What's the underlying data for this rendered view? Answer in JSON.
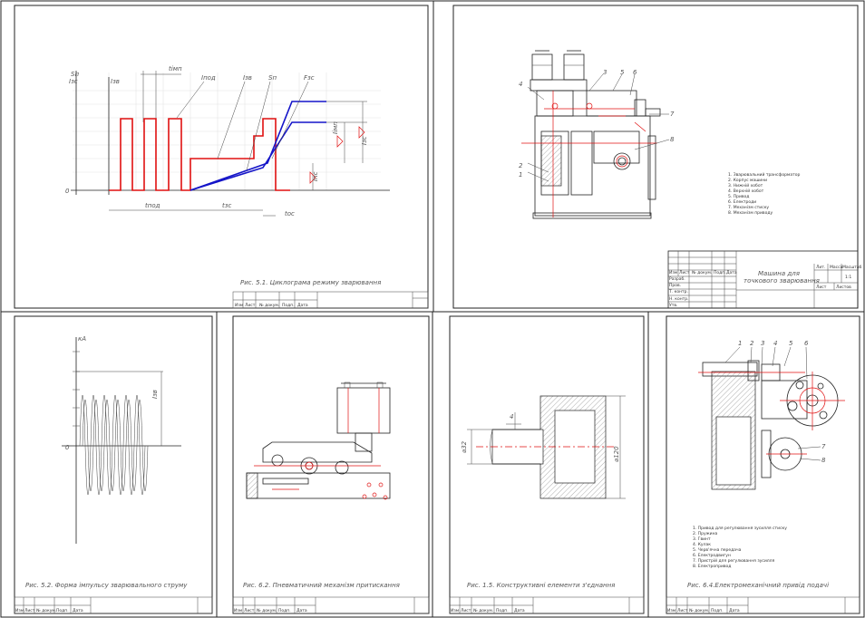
{
  "sheets": {
    "s1": {
      "caption": "Рис. 5.1. Циклограма режиму зварювання",
      "labels": {
        "sn_a": "Sп",
        "sn_b": "Iзс",
        "iz_axis": "Iзв",
        "origin": "0",
        "t_imp": "tімп",
        "i_pod": "Iпод",
        "i_zv": "Iзв",
        "s_n": "Sп",
        "f_zs": "Fзс",
        "t_pod": "tпод",
        "t_zs": "tзс",
        "t_os": "tос",
        "dimp": "Iімп",
        "dzc": "Iзс",
        "dps": "Iпс"
      }
    },
    "s2": {
      "callouts": [
        "1",
        "2",
        "3",
        "4",
        "5",
        "6",
        "7",
        "8"
      ],
      "legend": [
        "1. Зварювальний трансформатор",
        "2. Корпус машини",
        "3. Нижнiй хобот",
        "4. Верхнiй хобот",
        "5. Привод",
        "6. Електроди",
        "7. Механізм стиску",
        "8. Механiзм приводу"
      ],
      "title_block": {
        "title_line1": "Машина для",
        "title_line2": "точкового зварювання",
        "cols": [
          "Лит.",
          "Масса",
          "Масштаб"
        ],
        "scale": "1:1",
        "sheet": "Лист",
        "sheets": "Листов",
        "rows": [
          "Изм",
          "Лист",
          "№ докум.",
          "Подп.",
          "Дата"
        ],
        "roles": [
          "Разраб.",
          "Пров.",
          "Т. контр.",
          "Н. контр.",
          "Утв."
        ]
      }
    },
    "s3": {
      "caption": "Рис. 5.2. Форма імпульсу зварювального струму",
      "ylabel": "кА",
      "origin": "0",
      "dim": "Iзв"
    },
    "s4": {
      "caption": "Рис. 6.2. Пневматичний механізм притискання"
    },
    "s5": {
      "caption": "Рис. 1.5. Конструктивні елементи з'єднання",
      "dim_a": "4",
      "dim_d1": "⌀32",
      "dim_d2": "⌀120"
    },
    "s6": {
      "caption": "Рис. 6.4.Електромеханічний привід подачі",
      "callouts": [
        "1",
        "2",
        "3",
        "4",
        "5",
        "6",
        "7",
        "8"
      ],
      "legend": [
        "1. Привод для регулювання зусилля стиску",
        "2. Пружина",
        "3. Гвинт",
        "4. Кулак",
        "5. Черв'ячна передача",
        "6. Електродвигун",
        "7. Пристрій для регулювання зусилля",
        "8. Електропривод"
      ]
    },
    "stamp_cols": [
      "Изм",
      "Лист",
      "№ докум.",
      "Подп.",
      "Дата"
    ]
  }
}
